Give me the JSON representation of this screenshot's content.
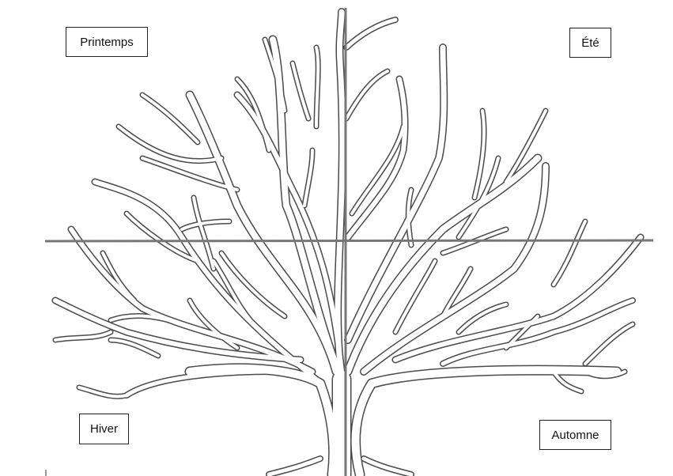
{
  "labels": {
    "spring": "Printemps",
    "summer": "Été",
    "winter": "Hiver",
    "autumn": "Automne"
  },
  "colors": {
    "line": "#777777",
    "outline": "#4a4a4a"
  }
}
